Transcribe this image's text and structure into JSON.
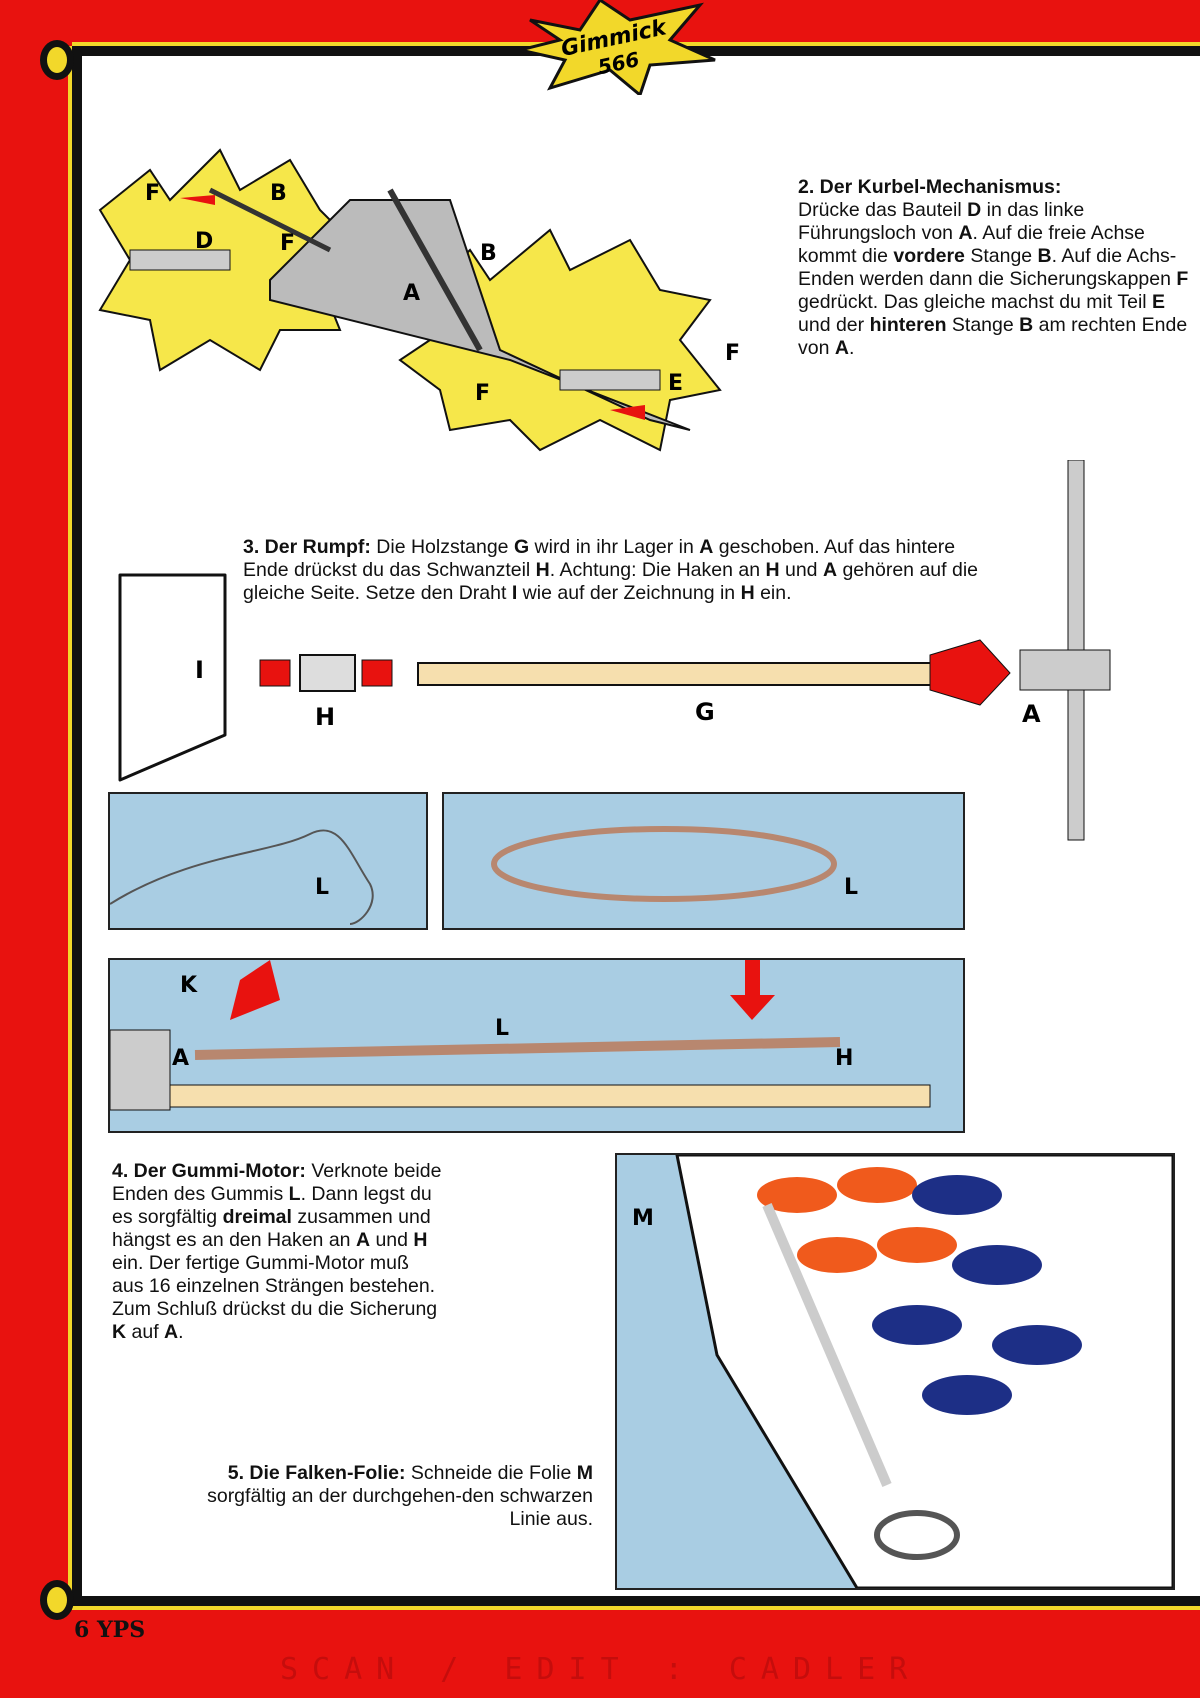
{
  "badge": {
    "line1": "Gimmick",
    "line2": "566"
  },
  "section2": {
    "title": "2. Der Kurbel-Mechanismus:",
    "lines": [
      "Drücke das Bauteil ",
      "D",
      " in das linke Führungsloch von ",
      "A",
      ". Auf die freie Achse kommt die ",
      "vordere",
      " Stange ",
      "B",
      ". Auf die Achs-Enden werden dann die Sicherungskappen ",
      "F",
      " gedrückt. Das gleiche machst du mit Teil ",
      "E",
      " und der ",
      "hinteren",
      " Stange ",
      "B",
      " am rechten Ende von ",
      "A",
      "."
    ]
  },
  "section3": {
    "title": "3. Der Rumpf:",
    "lines": [
      " Die Holzstange ",
      "G",
      " wird in ihr Lager in ",
      "A",
      " geschoben. Auf das hintere Ende drückst du das Schwanzteil ",
      "H",
      ". Achtung: Die Haken an ",
      "H",
      " und ",
      "A",
      " gehören auf die gleiche Seite. Setze den Draht ",
      "I",
      " wie auf der Zeichnung in ",
      "H",
      " ein."
    ]
  },
  "section4": {
    "title": "4. Der Gummi-Motor:",
    "lines": [
      " Verknote beide Enden des Gummis ",
      "L",
      ". Dann legst du es sorgfältig ",
      "dreimal",
      " zusammen und hängst es an den Haken an ",
      "A",
      " und ",
      "H",
      " ein. Der fertige Gummi-Motor muß aus 16 einzelnen Strängen bestehen. Zum Schluß drückst du die Sicherung ",
      "K",
      " auf ",
      "A",
      "."
    ]
  },
  "section5": {
    "title": "5. Die Falken-Folie:",
    "lines": [
      " Schneide die Folie ",
      "M",
      " sorgfältig an der durchgehen-den schwarzen Linie aus."
    ]
  },
  "labels": {
    "A": "A",
    "B": "B",
    "D": "D",
    "E": "E",
    "F": "F",
    "G": "G",
    "H": "H",
    "I": "I",
    "K": "K",
    "L": "L",
    "M": "M"
  },
  "footer": {
    "folio": "6 YPS",
    "watermark": "SCAN / EDIT : CADLER"
  },
  "colors": {
    "red": "#e8120f",
    "yellow": "#f2d82a",
    "blue": "#a9cde3",
    "wood": "#f6dfae"
  }
}
